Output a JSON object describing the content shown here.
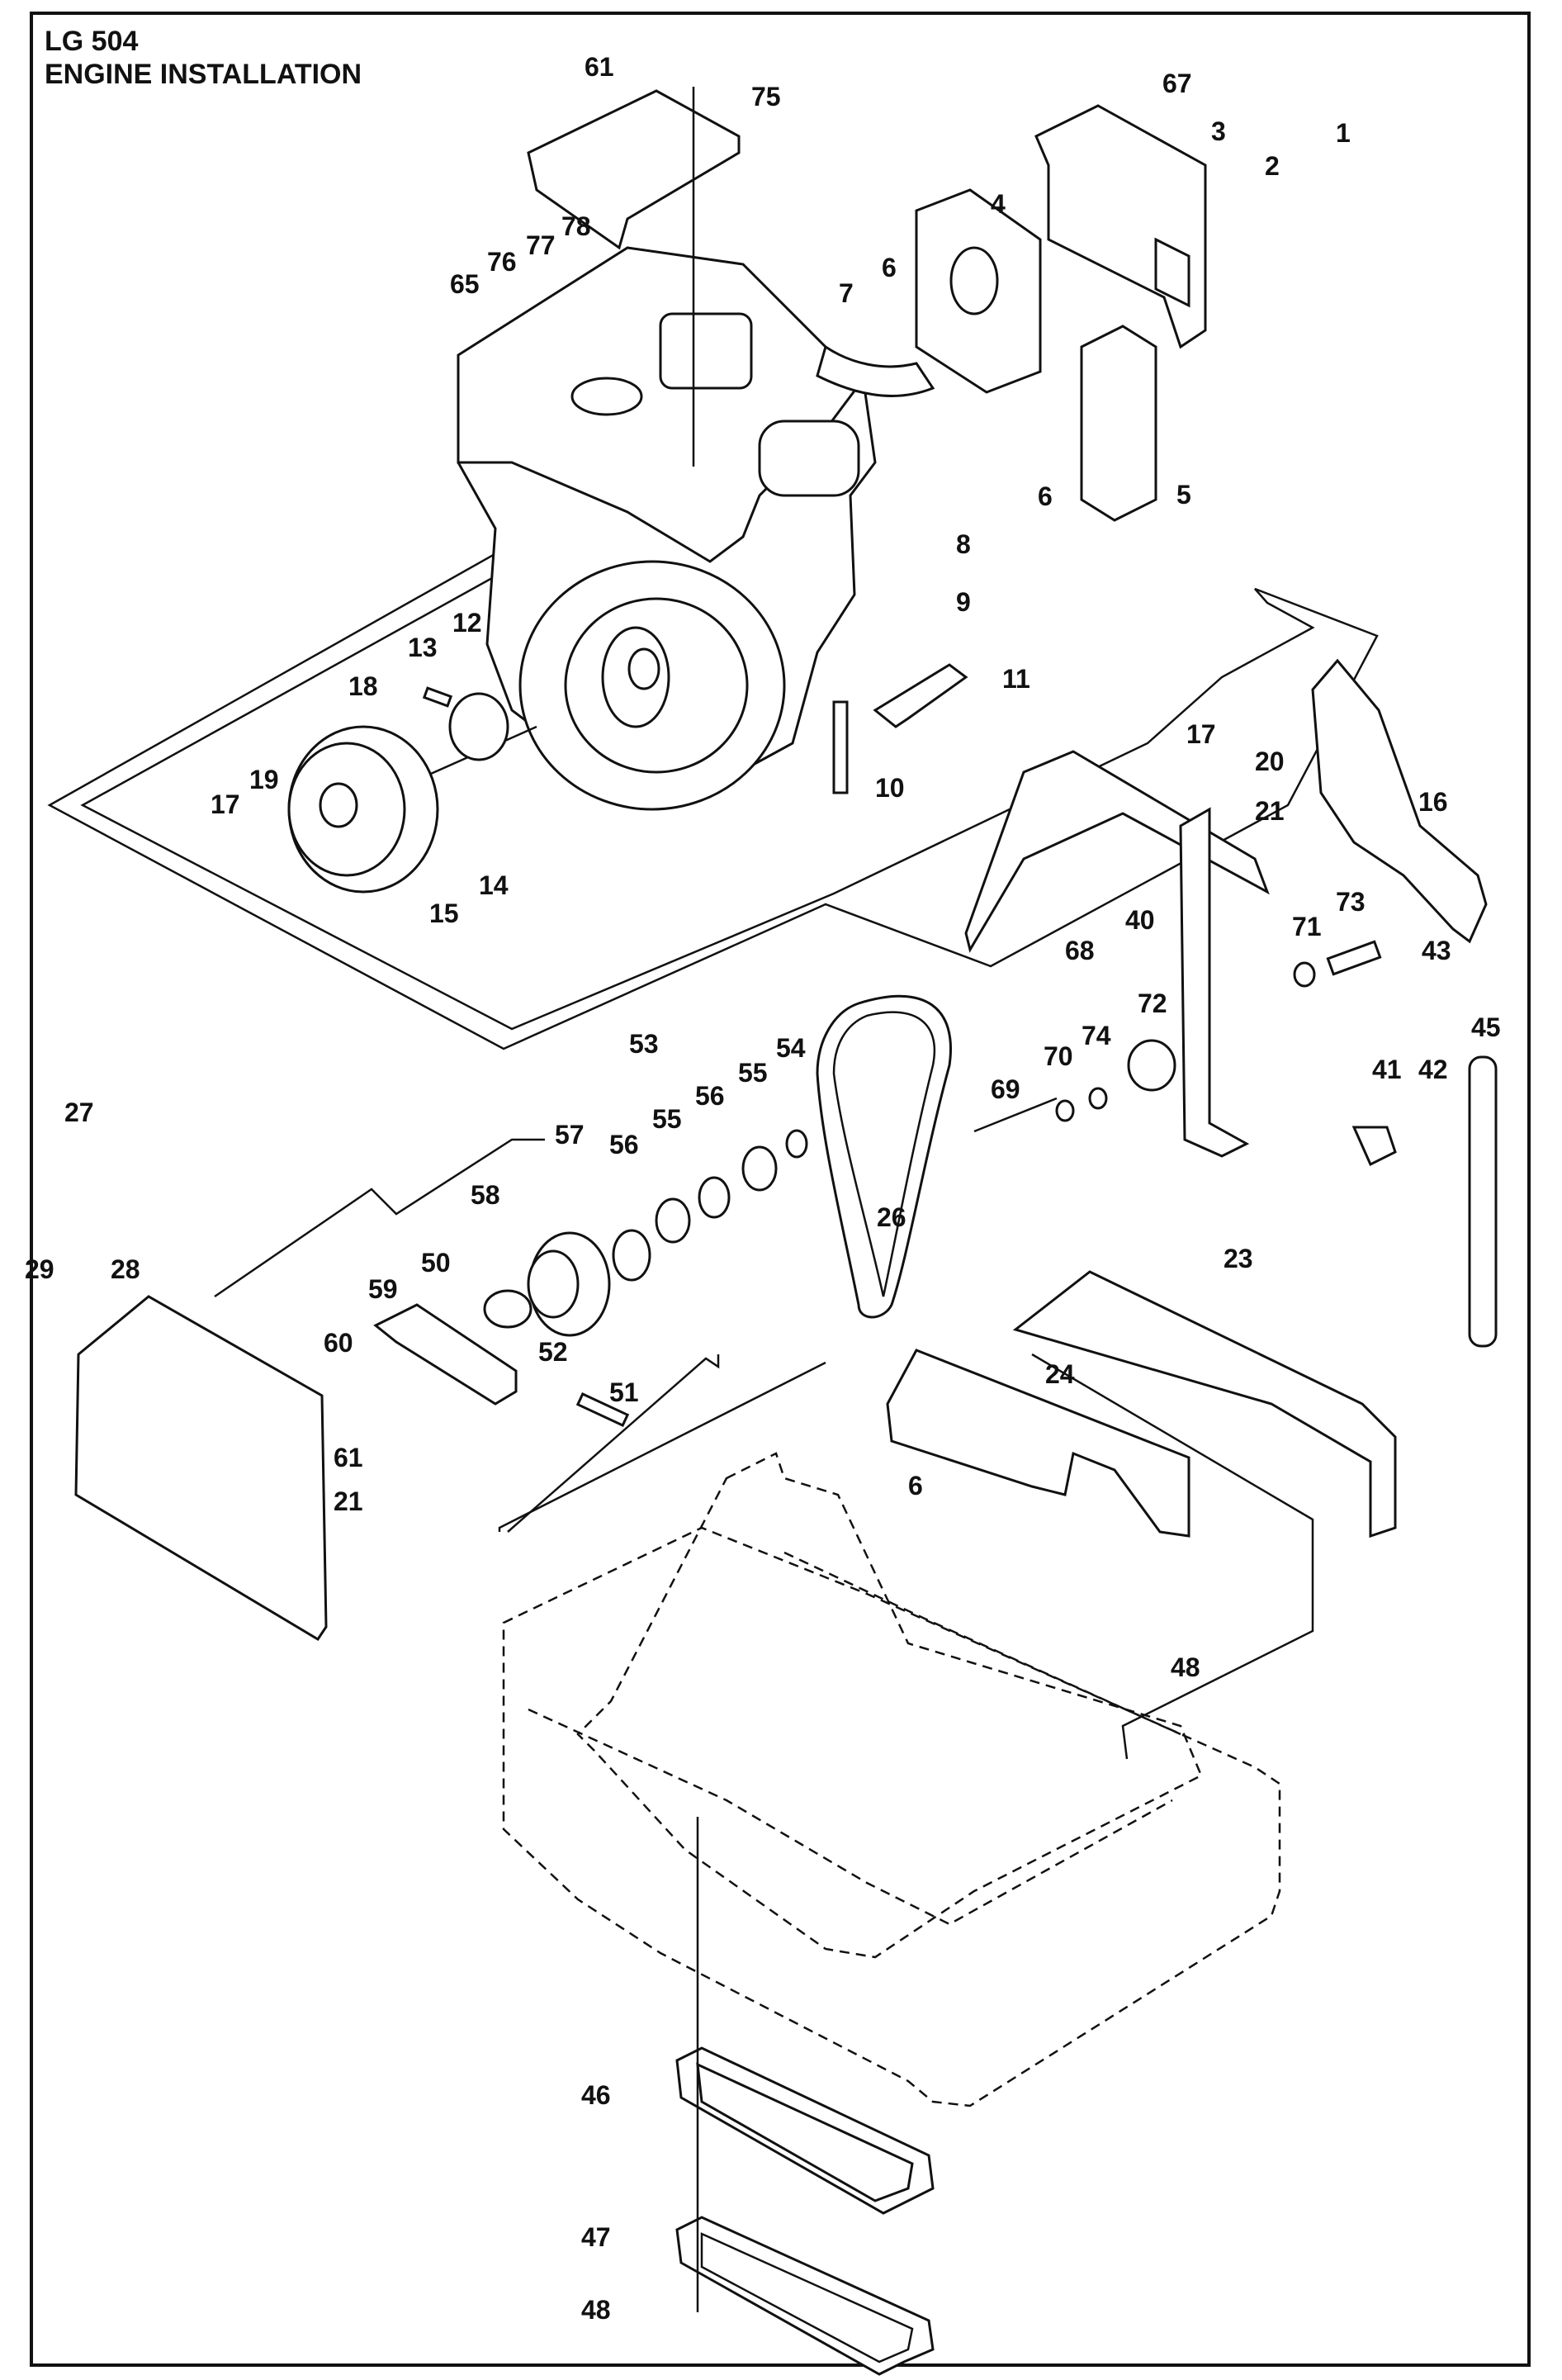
{
  "document": {
    "model": "LG 504",
    "section_title": "ENGINE INSTALLATION"
  },
  "callouts": [
    {
      "id": "c61a",
      "text": "61"
    },
    {
      "id": "c75",
      "text": "75"
    },
    {
      "id": "c67",
      "text": "67"
    },
    {
      "id": "c3",
      "text": "3"
    },
    {
      "id": "c1",
      "text": "1"
    },
    {
      "id": "c2",
      "text": "2"
    },
    {
      "id": "c4",
      "text": "4"
    },
    {
      "id": "c78",
      "text": "78"
    },
    {
      "id": "c77",
      "text": "77"
    },
    {
      "id": "c76",
      "text": "76"
    },
    {
      "id": "c65",
      "text": "65"
    },
    {
      "id": "c6a",
      "text": "6"
    },
    {
      "id": "c7",
      "text": "7"
    },
    {
      "id": "c6b",
      "text": "6"
    },
    {
      "id": "c5",
      "text": "5"
    },
    {
      "id": "c8",
      "text": "8"
    },
    {
      "id": "c9",
      "text": "9"
    },
    {
      "id": "c11",
      "text": "11"
    },
    {
      "id": "c13",
      "text": "13"
    },
    {
      "id": "c12",
      "text": "12"
    },
    {
      "id": "c18",
      "text": "18"
    },
    {
      "id": "c10",
      "text": "10"
    },
    {
      "id": "c17a",
      "text": "17"
    },
    {
      "id": "c19",
      "text": "19"
    },
    {
      "id": "c15",
      "text": "15"
    },
    {
      "id": "c14",
      "text": "14"
    },
    {
      "id": "c17b",
      "text": "17"
    },
    {
      "id": "c20",
      "text": "20"
    },
    {
      "id": "c21a",
      "text": "21"
    },
    {
      "id": "c16",
      "text": "16"
    },
    {
      "id": "c40",
      "text": "40"
    },
    {
      "id": "c73",
      "text": "73"
    },
    {
      "id": "c71",
      "text": "71"
    },
    {
      "id": "c43",
      "text": "43"
    },
    {
      "id": "c68",
      "text": "68"
    },
    {
      "id": "c72",
      "text": "72"
    },
    {
      "id": "c45",
      "text": "45"
    },
    {
      "id": "c74",
      "text": "74"
    },
    {
      "id": "c70",
      "text": "70"
    },
    {
      "id": "c69",
      "text": "69"
    },
    {
      "id": "c41",
      "text": "41"
    },
    {
      "id": "c42",
      "text": "42"
    },
    {
      "id": "c53",
      "text": "53"
    },
    {
      "id": "c54",
      "text": "54"
    },
    {
      "id": "c55a",
      "text": "55"
    },
    {
      "id": "c56a",
      "text": "56"
    },
    {
      "id": "c55b",
      "text": "55"
    },
    {
      "id": "c57",
      "text": "57"
    },
    {
      "id": "c56b",
      "text": "56"
    },
    {
      "id": "c58",
      "text": "58"
    },
    {
      "id": "c26",
      "text": "26"
    },
    {
      "id": "c27",
      "text": "27"
    },
    {
      "id": "c29",
      "text": "29"
    },
    {
      "id": "c28",
      "text": "28"
    },
    {
      "id": "c50",
      "text": "50"
    },
    {
      "id": "c59",
      "text": "59"
    },
    {
      "id": "c60",
      "text": "60"
    },
    {
      "id": "c52",
      "text": "52"
    },
    {
      "id": "c51",
      "text": "51"
    },
    {
      "id": "c61b",
      "text": "61"
    },
    {
      "id": "c21b",
      "text": "21"
    },
    {
      "id": "c23",
      "text": "23"
    },
    {
      "id": "c24",
      "text": "24"
    },
    {
      "id": "c6c",
      "text": "6"
    },
    {
      "id": "c48a",
      "text": "48"
    },
    {
      "id": "c46",
      "text": "46"
    },
    {
      "id": "c47",
      "text": "47"
    },
    {
      "id": "c48b",
      "text": "48"
    }
  ]
}
